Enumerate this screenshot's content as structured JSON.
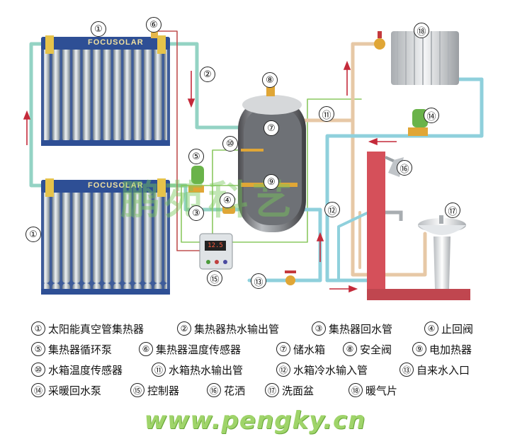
{
  "callouts": [
    "①",
    "②",
    "③",
    "④",
    "⑤",
    "⑥",
    "⑦",
    "⑧",
    "⑨",
    "⑩",
    "⑪",
    "⑫",
    "⑬",
    "⑭",
    "⑮",
    "⑯",
    "⑰",
    "⑱"
  ],
  "collector_brand": "FOCUSOLAR",
  "controller_display": "12.5",
  "legend": [
    {
      "num": "①",
      "label": "太阳能真空管集热器"
    },
    {
      "num": "②",
      "label": "集热器热水输出管"
    },
    {
      "num": "③",
      "label": "集热器回水管"
    },
    {
      "num": "④",
      "label": "止回阀"
    },
    {
      "num": "⑤",
      "label": "集热器循环泵"
    },
    {
      "num": "⑥",
      "label": "集热器温度传感器"
    },
    {
      "num": "⑦",
      "label": "储水箱"
    },
    {
      "num": "⑧",
      "label": "安全阀"
    },
    {
      "num": "⑨",
      "label": "电加热器"
    },
    {
      "num": "⑩",
      "label": "水箱温度传感器"
    },
    {
      "num": "⑪",
      "label": "水箱热水输出管"
    },
    {
      "num": "⑫",
      "label": "水箱冷水输入管"
    },
    {
      "num": "⑬",
      "label": "自来水入口"
    },
    {
      "num": "⑭",
      "label": "采暖回水泵"
    },
    {
      "num": "⑮",
      "label": "控制器"
    },
    {
      "num": "⑯",
      "label": "花洒"
    },
    {
      "num": "⑰",
      "label": "洗面盆"
    },
    {
      "num": "⑱",
      "label": "暖气片"
    }
  ],
  "watermark": "鹏苑科艺",
  "url": "www.pengky.cn",
  "colors": {
    "hot_pipe": "#e7c8a6",
    "cold_pipe": "#8fd0dc",
    "return_pipe": "#94d3c4",
    "control_wire": "#c05050",
    "sensor_wire": "#8cc860",
    "arrow": "#c42a3a",
    "wall": "#d5505a"
  }
}
